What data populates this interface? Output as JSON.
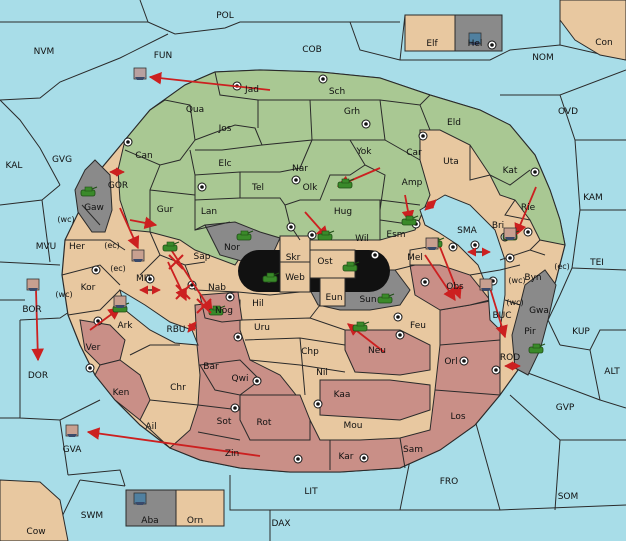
{
  "colors": {
    "sea": "#a8dde8",
    "green": "#a9c893",
    "tan": "#e8c8a0",
    "red": "#c98f87",
    "gray": "#8a8a8a",
    "black": "#111111",
    "border": "#2a2a2a",
    "order_arrow": "#cc2020",
    "army": "#3a8a2a"
  },
  "icons": {
    "fleet": "fleet-icon",
    "army": "army-icon",
    "supply_center": "supply-center-icon",
    "dislodged_cross": "dislodged-cross-icon",
    "coast_arrow": "coast-arrow-icon"
  },
  "sea_labels": [
    "POL",
    "NVM",
    "FUN",
    "COB",
    "NOM",
    "Con",
    "OVD",
    "KAL",
    "GVG",
    "GOR",
    "KAM",
    "MVU",
    "SMA",
    "TEI",
    "MIT",
    "BOR",
    "RBU",
    "BUC",
    "KUP",
    "DOR",
    "ROD",
    "ALT",
    "GVP",
    "GVA",
    "FRO",
    "LIT",
    "SOM",
    "SWM",
    "DAX",
    "Cow"
  ],
  "land_labels": [
    "Elf",
    "Hel",
    "Jad",
    "Sch",
    "Qua",
    "Jos",
    "Grh",
    "Eld",
    "Can",
    "Yok",
    "Car",
    "Uta",
    "Nar",
    "Elc",
    "Tel",
    "Olk",
    "Amp",
    "Kat",
    "Gaw",
    "Gur",
    "Lan",
    "Hug",
    "Bri",
    "Rie",
    "Nor",
    "Wil",
    "Esm",
    "Her",
    "Skr",
    "Ost",
    "Sap",
    "Web",
    "Mel",
    "Byn",
    "Kor",
    "Nab",
    "Sun",
    "Obs",
    "Hil",
    "Eun",
    "Gwa",
    "Ark",
    "Nog",
    "Uru",
    "Feu",
    "Pir",
    "Ver",
    "Chp",
    "Neu",
    "Bar",
    "Qwi",
    "Nil",
    "Orl",
    "Ken",
    "Chr",
    "Kaa",
    "Ail",
    "Sot",
    "Rot",
    "Mou",
    "Los",
    "Zin",
    "Kar",
    "Sam",
    "Aba",
    "Orn"
  ],
  "coast_labels": [
    "(wc)",
    "(ec)",
    "(ec)",
    "(wc)",
    "(wc)",
    "(ec)",
    "(wc)"
  ]
}
